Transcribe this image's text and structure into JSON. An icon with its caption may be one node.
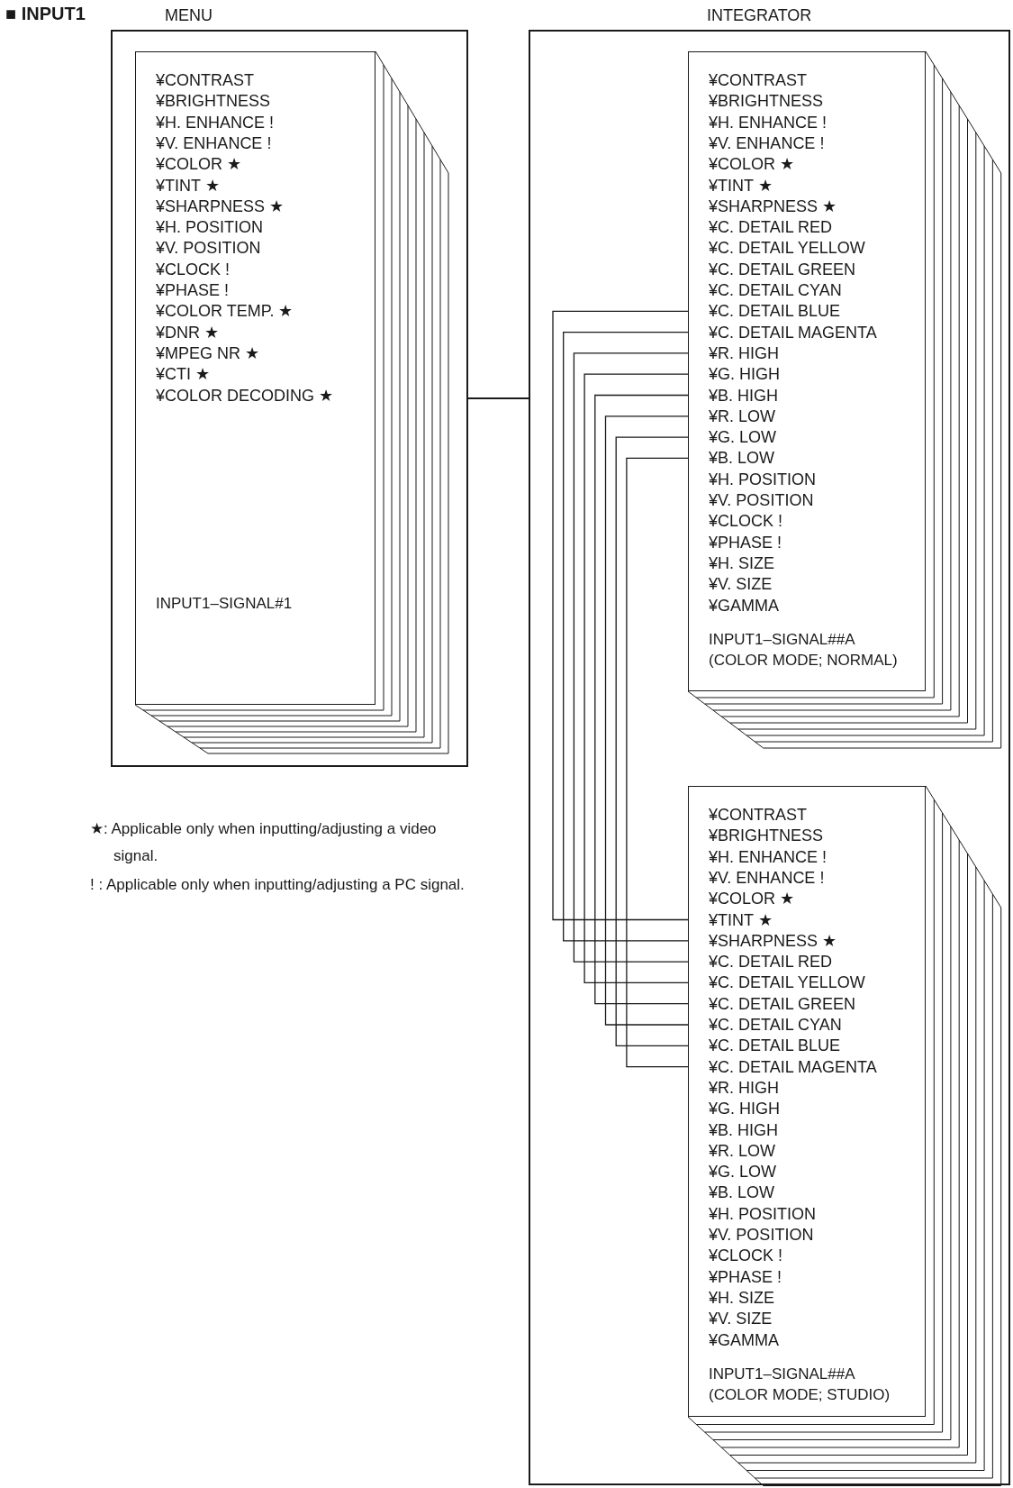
{
  "diagram": {
    "title": "■ INPUT1",
    "nodes": [
      {
        "text": [
          "MENU"
        ]
      },
      {
        "text": [
          "INPUT1–SIGNAL#1"
        ],
        "in": 0
      },
      {
        "text": [
          "¥CONTRAST"
        ],
        "in": 1
      },
      {
        "text": [
          "¥BRIGHTNESS"
        ],
        "in": 1
      },
      {
        "text": [
          "¥H. ENHANCE !"
        ],
        "in": 1
      },
      {
        "text": [
          "¥V. ENHANCE !"
        ],
        "in": 1
      },
      {
        "text": [
          "¥COLOR ★"
        ],
        "in": 1
      },
      {
        "text": [
          "¥TINT ★"
        ],
        "in": 1
      },
      {
        "text": [
          "¥SHARPNESS ★"
        ],
        "in": 1
      },
      {
        "text": [
          "¥H. POSITION"
        ],
        "in": 1
      },
      {
        "text": [
          "¥V. POSITION"
        ],
        "in": 1
      },
      {
        "text": [
          "¥CLOCK !"
        ],
        "in": 1
      },
      {
        "text": [
          "¥PHASE !"
        ],
        "in": 1
      },
      {
        "text": [
          "¥COLOR TEMP. ★"
        ],
        "in": 1
      },
      {
        "text": [
          "¥DNR ★"
        ],
        "in": 1
      },
      {
        "text": [
          "¥MPEG NR ★"
        ],
        "in": 1
      },
      {
        "text": [
          "¥CTI ★"
        ],
        "in": 1
      },
      {
        "text": [
          "¥COLOR DECODING ★"
        ],
        "in": 1
      },
      {
        "text": [
          "INTEGRATOR"
        ]
      },
      {
        "text": [
          "INPUT1–SIGNAL##A",
          "(COLOR MODE; NORMAL)"
        ],
        "in": 18
      },
      {
        "text": [
          "¥CONTRAST"
        ],
        "in": 19
      },
      {
        "text": [
          "¥BRIGHTNESS"
        ],
        "in": 19
      },
      {
        "text": [
          "¥H. ENHANCE !"
        ],
        "in": 19
      },
      {
        "text": [
          "¥V. ENHANCE !"
        ],
        "in": 19
      },
      {
        "text": [
          "¥COLOR ★"
        ],
        "in": 19
      },
      {
        "text": [
          "¥TINT ★"
        ],
        "in": 19
      },
      {
        "text": [
          "¥SHARPNESS ★"
        ],
        "in": 19
      },
      {
        "text": [
          "¥C. DETAIL RED"
        ],
        "in": 19
      },
      {
        "text": [
          "¥C. DETAIL YELLOW"
        ],
        "in": 19
      },
      {
        "text": [
          "¥C. DETAIL GREEN"
        ],
        "in": 19
      },
      {
        "text": [
          "¥C. DETAIL CYAN"
        ],
        "in": 19
      },
      {
        "text": [
          "¥C. DETAIL BLUE"
        ],
        "in": 19
      },
      {
        "text": [
          "¥C. DETAIL MAGENTA"
        ],
        "in": 19
      },
      {
        "text": [
          "¥R. HIGH"
        ],
        "in": 19
      },
      {
        "text": [
          "¥G. HIGH"
        ],
        "in": 19
      },
      {
        "text": [
          "¥B. HIGH"
        ],
        "in": 19
      },
      {
        "text": [
          "¥R. LOW"
        ],
        "in": 19
      },
      {
        "text": [
          "¥G. LOW"
        ],
        "in": 19
      },
      {
        "text": [
          "¥B. LOW"
        ],
        "in": 19
      },
      {
        "text": [
          "¥H. POSITION"
        ],
        "in": 19
      },
      {
        "text": [
          "¥V. POSITION"
        ],
        "in": 19
      },
      {
        "text": [
          "¥CLOCK !"
        ],
        "in": 19
      },
      {
        "text": [
          "¥PHASE !"
        ],
        "in": 19
      },
      {
        "text": [
          "¥H. SIZE"
        ],
        "in": 19
      },
      {
        "text": [
          "¥V. SIZE"
        ],
        "in": 19
      },
      {
        "text": [
          "¥GAMMA"
        ],
        "in": 19
      },
      {
        "text": [
          "INPUT1–SIGNAL##A",
          "(COLOR MODE; STUDIO)"
        ],
        "in": 18
      },
      {
        "text": [
          "¥CONTRAST"
        ],
        "in": 46
      },
      {
        "text": [
          "¥BRIGHTNESS"
        ],
        "in": 46
      },
      {
        "text": [
          "¥H. ENHANCE !"
        ],
        "in": 46
      },
      {
        "text": [
          "¥V. ENHANCE !"
        ],
        "in": 46
      },
      {
        "text": [
          "¥COLOR ★"
        ],
        "in": 46
      },
      {
        "text": [
          "¥TINT ★"
        ],
        "in": 46
      },
      {
        "text": [
          "¥SHARPNESS ★"
        ],
        "in": 46
      },
      {
        "text": [
          "¥C. DETAIL RED"
        ],
        "in": 46
      },
      {
        "text": [
          "¥C. DETAIL YELLOW"
        ],
        "in": 46
      },
      {
        "text": [
          "¥C. DETAIL GREEN"
        ],
        "in": 46
      },
      {
        "text": [
          "¥C. DETAIL CYAN"
        ],
        "in": 46
      },
      {
        "text": [
          "¥C. DETAIL BLUE"
        ],
        "in": 46
      },
      {
        "text": [
          "¥C. DETAIL MAGENTA"
        ],
        "in": 46
      },
      {
        "text": [
          "¥R. HIGH"
        ],
        "in": 46
      },
      {
        "text": [
          "¥G. HIGH"
        ],
        "in": 46
      },
      {
        "text": [
          "¥B. HIGH"
        ],
        "in": 46
      },
      {
        "text": [
          "¥R. LOW"
        ],
        "in": 46
      },
      {
        "text": [
          "¥G. LOW"
        ],
        "in": 46
      },
      {
        "text": [
          "¥B. LOW"
        ],
        "in": 46
      },
      {
        "text": [
          "¥H. POSITION"
        ],
        "in": 46
      },
      {
        "text": [
          "¥V. POSITION"
        ],
        "in": 46
      },
      {
        "text": [
          "¥CLOCK !"
        ],
        "in": 46
      },
      {
        "text": [
          "¥PHASE !"
        ],
        "in": 46
      },
      {
        "text": [
          "¥H. SIZE"
        ],
        "in": 46
      },
      {
        "text": [
          "¥V. SIZE"
        ],
        "in": 46
      },
      {
        "text": [
          "¥GAMMA"
        ],
        "in": 46
      }
    ],
    "edges": [
      {
        "from": 0,
        "to": 18,
        "arrow": "none"
      },
      {
        "from": 31,
        "to": 52,
        "arrow": "none"
      },
      {
        "from": 32,
        "to": 53,
        "arrow": "none"
      },
      {
        "from": 33,
        "to": 54,
        "arrow": "none"
      },
      {
        "from": 34,
        "to": 55,
        "arrow": "none"
      },
      {
        "from": 35,
        "to": 56,
        "arrow": "none"
      },
      {
        "from": 36,
        "to": 57,
        "arrow": "none"
      },
      {
        "from": 37,
        "to": 58,
        "arrow": "none"
      },
      {
        "from": 38,
        "to": 59,
        "arrow": "none"
      }
    ],
    "labels": [
      "★: Applicable only when inputting/adjusting a video signal.",
      "! : Applicable only when inputting/adjusting a PC signal."
    ]
  }
}
